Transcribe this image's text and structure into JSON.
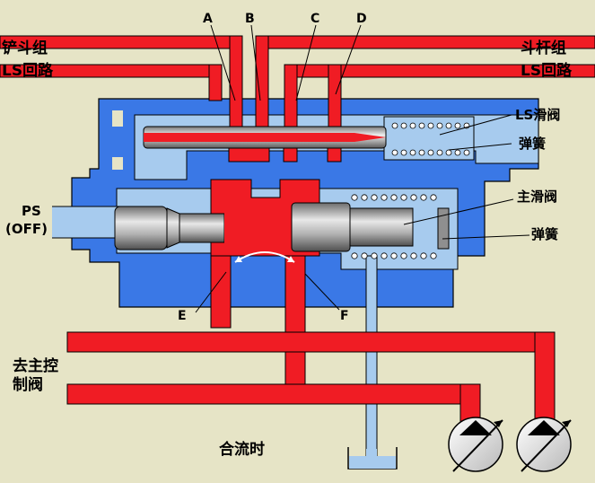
{
  "colors": {
    "background": "#e6e4c6",
    "housing": "#3a78e6",
    "chamber": "#a7cbee",
    "pressure_oil": "#f01c24",
    "spool": "#8f8f8f",
    "spring": "#ffffff",
    "outline": "#000000"
  },
  "labels": {
    "left_top_line1": "铲斗组",
    "left_top_line2": "LS回路",
    "right_top_line1": "斗杆组",
    "right_top_line2": "LS回路",
    "A": "A",
    "B": "B",
    "C": "C",
    "D": "D",
    "ls_spool": "LS滑阀",
    "spring_upper": "弹簧",
    "main_spool": "主滑阀",
    "spring_lower": "弹簧",
    "ps": "PS",
    "ps_state": "(OFF)",
    "E": "E",
    "F": "F",
    "to_main_line1": "去主控",
    "to_main_line2": "制阀",
    "caption": "合流时"
  },
  "icons": [
    "pump-left-icon",
    "pump-right-icon",
    "flow-direction-arc-icon",
    "tank-icon"
  ]
}
